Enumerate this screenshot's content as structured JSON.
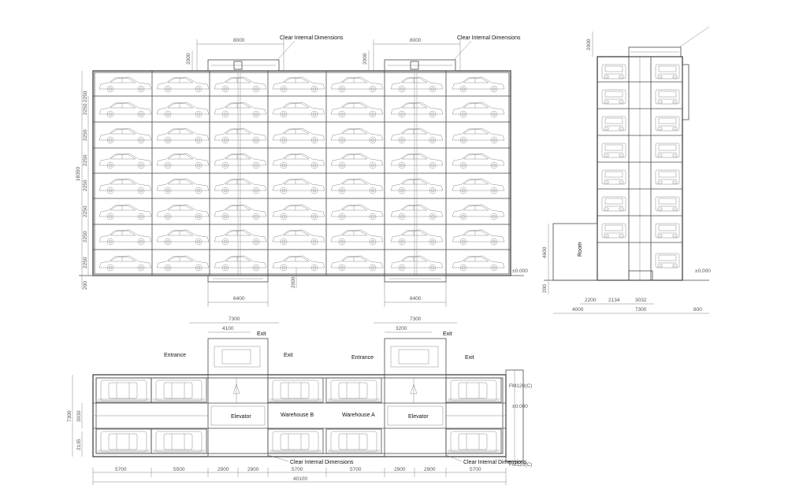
{
  "front": {
    "clear_label_left": "Clear Internal Dimensions",
    "clear_label_right": "Clear Internal Dimensions",
    "top_dim_left": "8000",
    "top_dim_right": "8000",
    "top_side_dim_left": "2000",
    "top_side_dim_right": "2000",
    "overall_height": "18350",
    "level_heights": [
      "2250",
      "2250",
      "2250",
      "2250",
      "2250",
      "2250",
      "2250",
      "2250"
    ],
    "bottom_dim_left": "6400",
    "bottom_dim_right": "6400",
    "pit_depth": "2000",
    "grade_mark": "±0.000",
    "base_mark": "200"
  },
  "side": {
    "top_dim": "2000",
    "room_label": "Room",
    "room_height": "4600",
    "base_height": "200",
    "bottom_dims_row1": [
      "2200",
      "2134",
      "3032"
    ],
    "bottom_dims_row2": [
      "4000",
      "7300",
      "800"
    ],
    "grade_mark": "±0.000"
  },
  "plan": {
    "exit_label_1": "Exit",
    "exit_label_2": "Exit",
    "entrance_label_1": "Entrance",
    "entrance_label_2": "Entrance",
    "exit_side_label_1": "Exit",
    "exit_side_label_2": "Exit",
    "top_dim_1": "7300",
    "top_dim_2": "7300",
    "sub_dim_1": "4100",
    "sub_dim_2": "3200",
    "elevator_1": "Elevator",
    "elevator_2": "Elevator",
    "warehouse_b": "Warehouse B",
    "warehouse_a": "Warehouse A",
    "clear_label_1": "Clear Internal Dimensions",
    "clear_label_2": "Clear Internal Dimensions",
    "left_dim_total": "7300",
    "left_dim_mid": "3030",
    "left_dim_low": "2135",
    "bottom_dims": [
      "5700",
      "5500",
      "2900",
      "2900",
      "5700",
      "5700",
      "2900",
      "2900",
      "5700"
    ],
    "overall_width": "40100",
    "right_mark_top": "FM120(C)",
    "right_mark_bottom": "FM120(C)",
    "right_level": "±0.000"
  }
}
